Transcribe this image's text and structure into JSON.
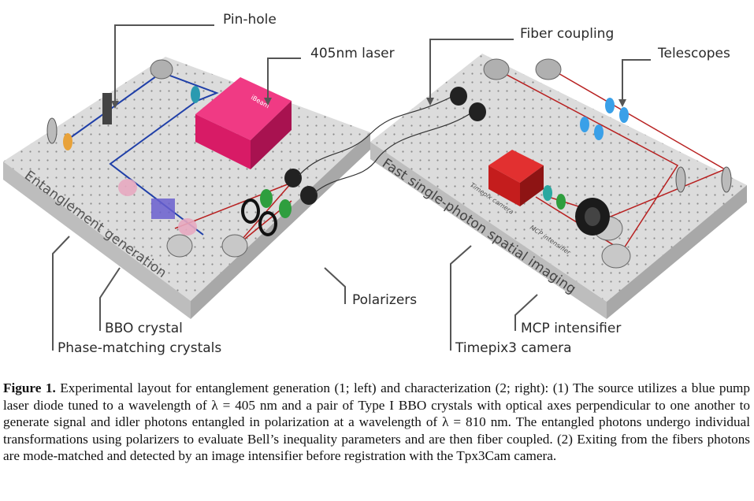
{
  "labels": {
    "pin_hole": "Pin-hole",
    "laser_405": "405nm laser",
    "fiber_coupling": "Fiber coupling",
    "telescopes": "Telescopes",
    "polarizers": "Polarizers",
    "bbo_crystal": "BBO crystal",
    "phase_matching": "Phase-matching crystals",
    "mcp_intensifier": "MCP intensifier",
    "timepix3_camera": "Timepix3 camera"
  },
  "board_text": {
    "left_board": "Entanglement generation",
    "right_board": "Fast single-photon spatial imaging",
    "timepix_small": "Timepix camera",
    "mcp_small": "MCP intensifier",
    "laser_brand": "iBeam"
  },
  "caption": {
    "figure_number": "Figure 1.",
    "text": "Experimental layout for entanglement generation (1; left) and characterization (2; right): (1) The source utilizes a blue pump laser diode tuned to a wavelength of λ = 405 nm and a pair of Type I BBO crystals with optical axes perpendicular to one another to generate signal and idler photons entangled in polarization at a wavelength of λ = 810 nm. The entangled photons undergo individual transformations using polarizers to evaluate Bell’s inequality parameters and are then fiber coupled. (2) Exiting from the fibers photons are mode-matched and detected by an image intensifier before registration with the Tpx3Cam camera."
  },
  "colors": {
    "laser_box": "#d81b66",
    "pump_beam": "#1f3fa8",
    "photon_beam": "#b82020",
    "board": "#d9d9d9",
    "camera_red": "#c41d1d",
    "telescope_lens": "#3aa0e8",
    "polarizer_green": "#2e9e3e"
  }
}
